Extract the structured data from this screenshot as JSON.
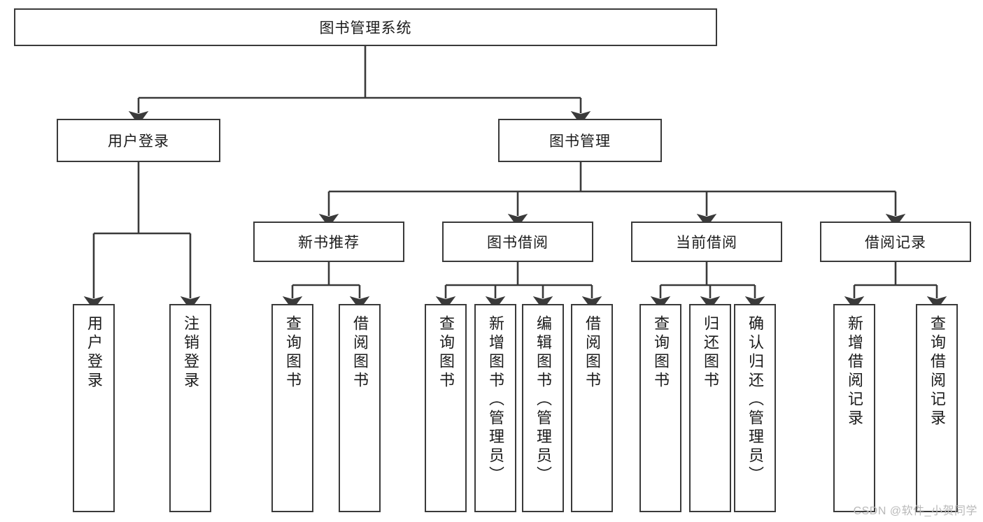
{
  "diagram": {
    "type": "tree-hierarchy-diagram",
    "title": "图书管理系统",
    "colors": {
      "box_border": "#3a3a3a",
      "box_fill": "#ffffff",
      "text": "#1b1b1b",
      "edge": "#3a3a3a",
      "watermark": "#b9b9b9",
      "background": "#ffffff"
    },
    "root": {
      "label": "图书管理系统"
    },
    "level2": [
      {
        "label": "用户登录"
      },
      {
        "label": "图书管理"
      }
    ],
    "level3": [
      {
        "label": "新书推荐"
      },
      {
        "label": "图书借阅"
      },
      {
        "label": "当前借阅"
      },
      {
        "label": "借阅记录"
      }
    ],
    "leaves": {
      "user_login": [
        {
          "label": "用户登录"
        },
        {
          "label": "注销登录"
        }
      ],
      "new_book_recommend": [
        {
          "label": "查询图书"
        },
        {
          "label": "借阅图书"
        }
      ],
      "book_borrow": [
        {
          "label": "查询图书"
        },
        {
          "label": "新增图书（管理员）"
        },
        {
          "label": "编辑图书（管理员）"
        },
        {
          "label": "借阅图书"
        }
      ],
      "current_borrow": [
        {
          "label": "查询图书"
        },
        {
          "label": "归还图书"
        },
        {
          "label": "确认归还（管理员）"
        }
      ],
      "borrow_records": [
        {
          "label": "新增借阅记录"
        },
        {
          "label": "查询借阅记录"
        }
      ]
    }
  },
  "watermark": {
    "text": "CSDN @软件_小贺同学"
  }
}
